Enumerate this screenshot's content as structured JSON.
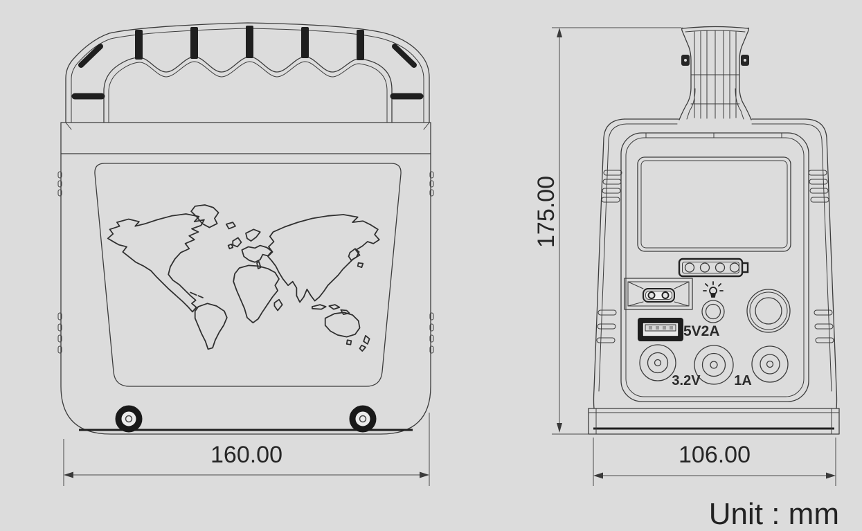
{
  "drawing": {
    "type": "technical-dimension-drawing",
    "unit_label": "Unit : mm",
    "side_view": {
      "width_dim": "160.00"
    },
    "front_view": {
      "height_dim": "175.00",
      "width_dim": "106.00",
      "usb_port_label": "5V2A",
      "dc_jack_left_label": "3.2V",
      "dc_jack_right_label": "1A"
    },
    "icons": [
      "carry-handle-icon",
      "world-map-icon",
      "rubber-foot-icon",
      "battery-level-indicator-icon",
      "speaker-dc-input-port-icon",
      "light-bulb-icon",
      "flashlight-button-icon",
      "power-knob-icon",
      "usb-port-icon",
      "dc-output-jack-icon"
    ],
    "colors": {
      "background": "#dcdcdc",
      "line": "#3c3c3c",
      "dark_fill": "#1f1f1f",
      "dimension_line": "#4a4a4a",
      "text": "#262626"
    }
  }
}
